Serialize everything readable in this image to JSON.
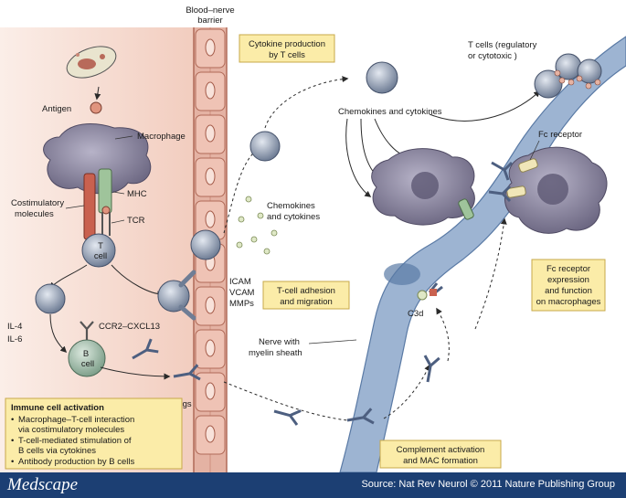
{
  "labels": {
    "blood_nerve_barrier": [
      "Blood–nerve",
      "barrier"
    ],
    "antigen": "Antigen",
    "macrophage": "Macrophage",
    "mhc": "MHC",
    "costimulatory": [
      "Costimulatory",
      "molecules"
    ],
    "tcr": "TCR",
    "t_cell": [
      "T",
      "cell"
    ],
    "il4": "IL-4",
    "il6": "IL-6",
    "ccr2": "CCR2–CXCL13",
    "b_cell": [
      "B",
      "cell"
    ],
    "igs": "Igs",
    "chemokines_mid": [
      "Chemokines",
      "and cytokines"
    ],
    "chemokines_top": "Chemokines and cytokines",
    "icam": "ICAM",
    "vcam": "VCAM",
    "mmps": "MMPs",
    "t_cells_reg": [
      "T cells (regulatory",
      "or cytotoxic )"
    ],
    "fc_receptor": "Fc receptor",
    "c3d": "C3d",
    "nerve": [
      "Nerve with",
      "myelin sheath"
    ]
  },
  "boxes": {
    "cytokine_production": [
      "Cytokine production",
      "by T cells"
    ],
    "adhesion": [
      "T-cell adhesion",
      "and migration"
    ],
    "fc_expression": [
      "Fc receptor",
      "expression",
      "and function",
      "on macrophages"
    ],
    "complement": [
      "Complement activation",
      "and MAC formation"
    ]
  },
  "immune_box": {
    "title": "Immune cell activation",
    "items": [
      [
        "Macrophage–T-cell interaction",
        "via costimulatory molecules"
      ],
      [
        "T-cell-mediated stimulation of",
        "B cells via cytokines"
      ],
      [
        "Antibody production by B cells"
      ]
    ]
  },
  "footer": {
    "brand": "Medscape",
    "source": "Source: Nat Rev Neurol © 2011 Nature Publishing Group"
  },
  "colors": {
    "blood_side": "#f6dbd0",
    "vessel_wall": "#d9a191",
    "box_fill": "#fbeca8",
    "nerve": "#8fa9c9",
    "macrophage": "#8f8ba4",
    "cell": "#9aa6ba",
    "footer": "#1c3f73"
  }
}
